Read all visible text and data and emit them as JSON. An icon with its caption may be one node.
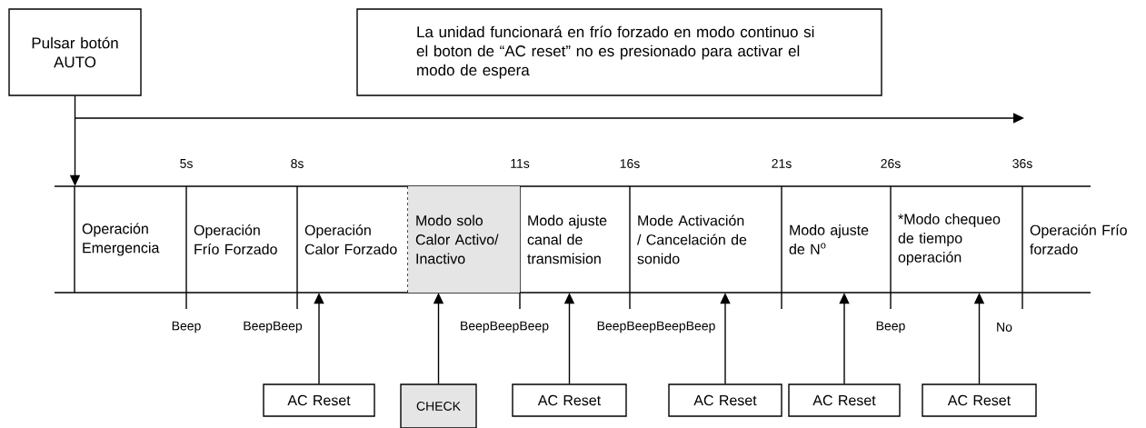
{
  "diagram": {
    "nodes": [
      {
        "text": [
          "Pulsar botón AUTO"
        ]
      },
      {
        "text": [
          "La unidad funcionará en frío forzado en modo continuo si el boton de “AC reset” no es presionado para activar el modo de espera"
        ]
      },
      {
        "text": [
          "Operación Emergencia"
        ]
      },
      {
        "text": [
          "Operación Frío Forzado"
        ]
      },
      {
        "text": [
          "Operación Calor Forzado"
        ]
      },
      {
        "text": [
          "Modo solo Calor Activo/ Inactivo"
        ]
      },
      {
        "text": [
          "Modo ajuste canal de transmision"
        ]
      },
      {
        "text": [
          "Mode Activación / Cancelación de sonido"
        ]
      },
      {
        "text": [
          "Modo ajuste de N$^{o}$"
        ]
      },
      {
        "text": [
          "*Modo chequeo de tiempo operación"
        ]
      },
      {
        "text": [
          "Operación Frío forzado"
        ]
      },
      {
        "text": [
          "AC Reset"
        ]
      },
      {
        "text": [
          "CHECK"
        ]
      },
      {
        "text": [
          "AC Reset"
        ]
      },
      {
        "text": [
          "AC Reset"
        ]
      },
      {
        "text": [
          "AC Reset"
        ]
      },
      {
        "text": [
          "AC Reset"
        ]
      }
    ],
    "edges": [
      {
        "from": 0,
        "to": 2,
        "arrow": "to"
      },
      {
        "from": 11,
        "to": 4,
        "arrow": "to"
      },
      {
        "from": 12,
        "to": 5,
        "arrow": "to"
      },
      {
        "from": 13,
        "to": 6,
        "arrow": "to"
      },
      {
        "from": 14,
        "to": 7,
        "arrow": "to"
      },
      {
        "from": 15,
        "to": 8,
        "arrow": "to"
      },
      {
        "from": 16,
        "to": 9,
        "arrow": "to"
      }
    ],
    "labels": [
      "5s",
      "8s",
      "11s",
      "16s",
      "21s",
      "26s",
      "36s",
      "Beep",
      "BeepBeep",
      "BeepBeepBeep",
      "BeepBeepBeepBeep",
      "Beep",
      "No"
    ]
  }
}
